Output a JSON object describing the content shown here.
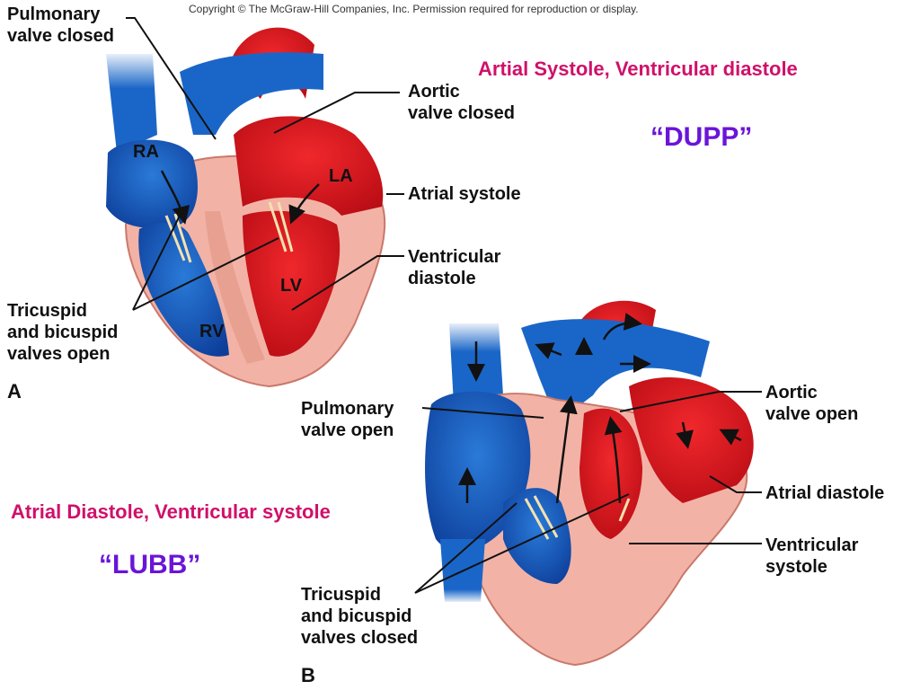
{
  "copyright": "Copyright © The McGraw-Hill Companies, Inc. Permission required for reproduction or display.",
  "captions": {
    "top": "Artial Systole, Ventricular diastole",
    "top_sound": "“DUPP”",
    "bottom": "Atrial Diastole, Ventricular systole",
    "bottom_sound": "“LUBB”"
  },
  "colors": {
    "caption": "#d0106a",
    "sound": "#6a14d8",
    "blood_red": "#d9141c",
    "blood_blue": "#1a66c8",
    "muscle": "#f2b3a6"
  },
  "diagram_a": {
    "panel_letter": "A",
    "chambers": {
      "ra": "RA",
      "la": "LA",
      "rv": "RV",
      "lv": "LV"
    },
    "labels": {
      "pulmonary": "Pulmonary\nvalve closed",
      "aortic": "Aortic\nvalve closed",
      "atrial": "Atrial systole",
      "ventricular": "Ventricular\ndiastole",
      "av_valves": "Tricuspid\nand bicuspid\nvalves open"
    }
  },
  "diagram_b": {
    "panel_letter": "B",
    "labels": {
      "pulmonary": "Pulmonary\nvalve open",
      "aortic": "Aortic\nvalve open",
      "atrial": "Atrial diastole",
      "ventricular": "Ventricular\nsystole",
      "av_valves": "Tricuspid\nand bicuspid\nvalves closed"
    }
  }
}
